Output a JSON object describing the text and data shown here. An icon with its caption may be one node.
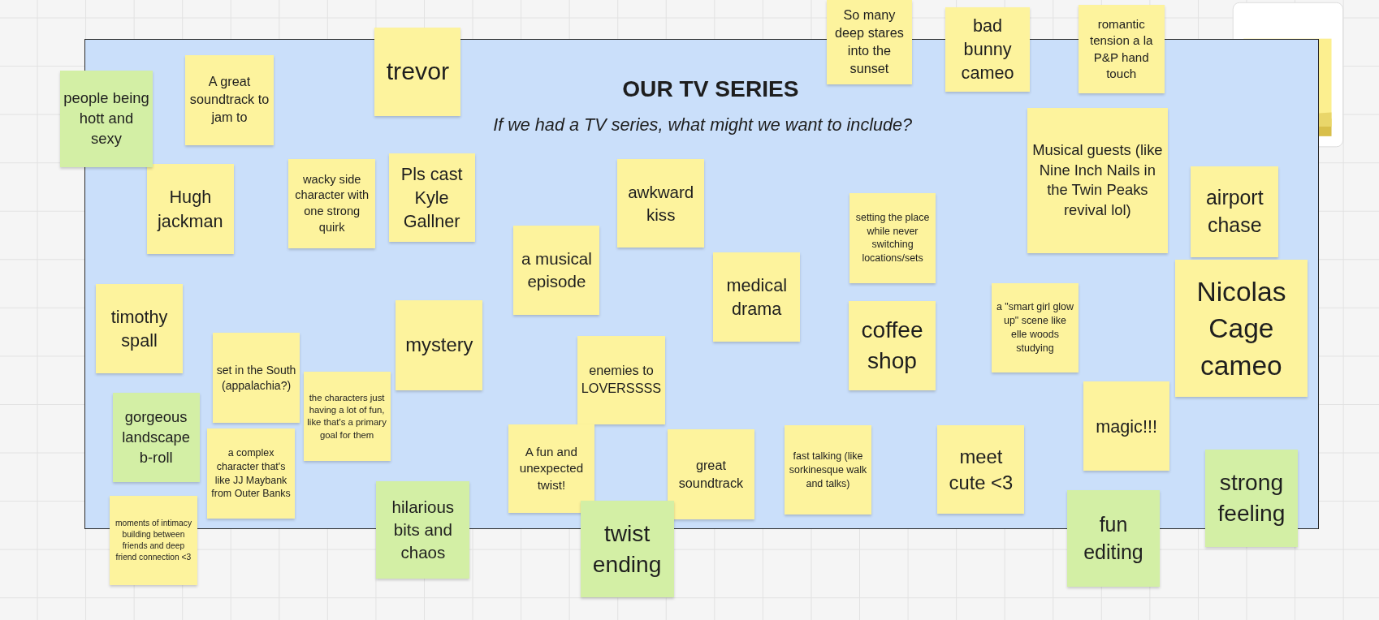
{
  "diagram": {
    "nodes": [
      {
        "text": [
          "OUR TV SERIES",
          "If we had a TV series, what might we want to include?"
        ]
      },
      {
        "text": [
          "people being hott and sexy"
        ]
      },
      {
        "text": [
          "A great soundtrack to jam to"
        ],
        "in": 0
      },
      {
        "text": [
          "trevor"
        ]
      },
      {
        "text": [
          "So many deep stares into the sunset"
        ]
      },
      {
        "text": [
          "bad bunny cameo"
        ]
      },
      {
        "text": [
          "romantic tension a la P&P hand touch"
        ]
      },
      {
        "text": [
          "Hugh jackman"
        ],
        "in": 0
      },
      {
        "text": [
          "wacky side character with one strong quirk"
        ],
        "in": 0
      },
      {
        "text": [
          "Pls cast Kyle Gallner"
        ],
        "in": 0
      },
      {
        "text": [
          "awkward kiss"
        ],
        "in": 0
      },
      {
        "text": [
          "Musical  guests (like Nine Inch Nails in the Twin Peaks revival lol)"
        ],
        "in": 0
      },
      {
        "text": [
          "airport chase"
        ],
        "in": 0
      },
      {
        "text": [
          "a musical episode"
        ],
        "in": 0
      },
      {
        "text": [
          "setting the place while never switching locations/sets"
        ],
        "in": 0
      },
      {
        "text": [
          "medical drama"
        ],
        "in": 0
      },
      {
        "text": [
          "timothy spall"
        ],
        "in": 0
      },
      {
        "text": [
          "mystery"
        ],
        "in": 0
      },
      {
        "text": [
          "Nicolas Cage cameo"
        ],
        "in": 0
      },
      {
        "text": [
          "coffee shop"
        ],
        "in": 0
      },
      {
        "text": [
          "a \"smart girl glow up\" scene like elle woods studying"
        ],
        "in": 0
      },
      {
        "text": [
          "set in the South (appalachia?)"
        ],
        "in": 0
      },
      {
        "text": [
          "the characters just having a lot of fun, like that's a primary goal for them"
        ],
        "in": 0
      },
      {
        "text": [
          "enemies to LOVERSSSS"
        ],
        "in": 0
      },
      {
        "text": [
          "magic!!!"
        ],
        "in": 0
      },
      {
        "text": [
          "gorgeous landscape b-roll"
        ],
        "in": 0
      },
      {
        "text": [
          "a complex character that's like JJ Maybank from Outer Banks"
        ],
        "in": 0
      },
      {
        "text": [
          "A fun and unexpected twist!"
        ],
        "in": 0
      },
      {
        "text": [
          "great soundtrack"
        ],
        "in": 0
      },
      {
        "text": [
          "fast talking (like sorkinesque walk and talks)"
        ],
        "in": 0
      },
      {
        "text": [
          "meet cute <3"
        ],
        "in": 0
      },
      {
        "text": [
          "strong feeling"
        ]
      },
      {
        "text": [
          "hilarious bits and chaos"
        ]
      },
      {
        "text": [
          "moments of intimacy building between friends and deep friend connection <3"
        ]
      },
      {
        "text": [
          "twist ending"
        ]
      },
      {
        "text": [
          "fun editing"
        ]
      }
    ]
  }
}
